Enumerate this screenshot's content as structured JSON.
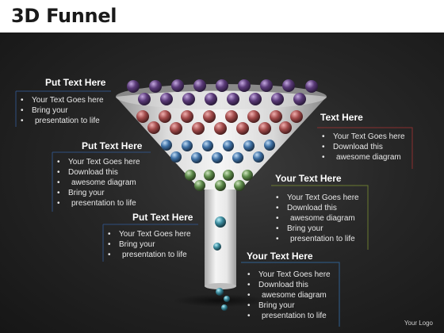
{
  "title": "3D Funnel",
  "blocks": [
    {
      "heading": "Put Text Here",
      "items": [
        "Your Text Goes here",
        "Bring your",
        "presentation to life"
      ]
    },
    {
      "heading": "Put Text Here",
      "items": [
        "Your Text Goes here",
        "Download this",
        "awesome diagram",
        "Bring your",
        "presentation to life"
      ]
    },
    {
      "heading": "Put Text Here",
      "items": [
        "Your Text Goes here",
        "Bring your",
        "presentation to life"
      ]
    },
    {
      "heading": "Text Here",
      "items": [
        "Your Text Goes here",
        "Download this",
        "awesome diagram"
      ]
    },
    {
      "heading": "Your Text Here",
      "items": [
        "Your Text Goes here",
        "Download this",
        "awesome diagram",
        "Bring your",
        "presentation to life"
      ]
    },
    {
      "heading": "Your Text Here",
      "items": [
        "Your Text Goes here",
        "Download this",
        "awesome diagram",
        "Bring your",
        "presentation to life"
      ]
    }
  ],
  "logo": "Your Logo",
  "colors": {
    "purple": "#5a3a78",
    "red": "#a14a4a",
    "blue": "#3d6fa3",
    "green": "#5d8a4a",
    "teal": "#3a8a9c",
    "bracket_red": "#8a3030",
    "bracket_green": "#6a7a30",
    "bracket_blue": "#2f5f8f"
  }
}
